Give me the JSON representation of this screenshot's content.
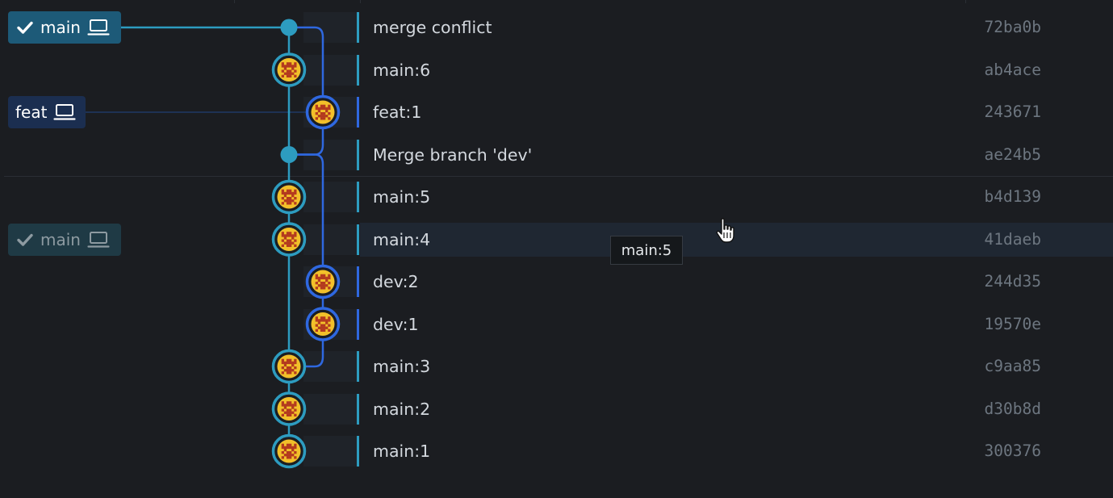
{
  "branches": {
    "main_current": {
      "label": "main",
      "icon": "laptop-icon",
      "check": true
    },
    "feat": {
      "label": "feat",
      "icon": "laptop-icon"
    },
    "main_ghost": {
      "label": "main",
      "icon": "laptop-icon",
      "check": true
    }
  },
  "commits": [
    {
      "message": "merge conflict",
      "sha": "72ba0b",
      "lane": 0,
      "kind": "merge"
    },
    {
      "message": "main:6",
      "sha": "ab4ace",
      "lane": 0,
      "kind": "avatar"
    },
    {
      "message": "feat:1",
      "sha": "243671",
      "lane": 1,
      "kind": "avatar"
    },
    {
      "message": "Merge branch 'dev'",
      "sha": "ae24b5",
      "lane": 0,
      "kind": "merge"
    },
    {
      "message": "main:5",
      "sha": "b4d139",
      "lane": 0,
      "kind": "avatar"
    },
    {
      "message": "main:4",
      "sha": "41daeb",
      "lane": 0,
      "kind": "avatar",
      "highlighted": true
    },
    {
      "message": "dev:2",
      "sha": "244d35",
      "lane": 1,
      "kind": "avatar"
    },
    {
      "message": "dev:1",
      "sha": "19570e",
      "lane": 1,
      "kind": "avatar"
    },
    {
      "message": "main:3",
      "sha": "c9aa85",
      "lane": 0,
      "kind": "avatar"
    },
    {
      "message": "main:2",
      "sha": "d30b8d",
      "lane": 0,
      "kind": "avatar"
    },
    {
      "message": "main:1",
      "sha": "300376",
      "lane": 0,
      "kind": "avatar"
    }
  ],
  "tooltip": {
    "text": "main:5"
  },
  "colors": {
    "background": "#1b1d21",
    "main_lane": "#2d9cc0",
    "branch_lane": "#2f68e0",
    "message_text": "#d3d8de",
    "sha_text": "#6d7680",
    "avatar_fill": "#f2c02a",
    "avatar_pattern": "#b33a1f"
  },
  "icons": {
    "cursor": "hand-pointer-icon",
    "check": "check-icon",
    "laptop": "laptop-icon"
  }
}
